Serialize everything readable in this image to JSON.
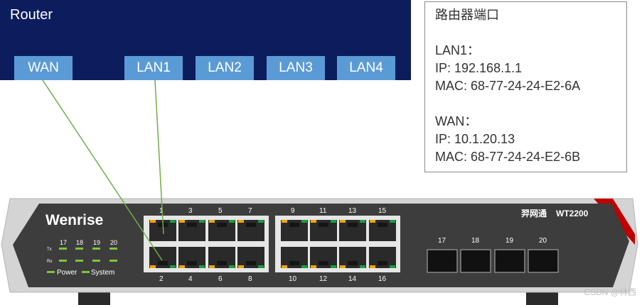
{
  "router": {
    "title": "Router",
    "ports": [
      "WAN",
      "LAN1",
      "LAN2",
      "LAN3",
      "LAN4"
    ]
  },
  "info": {
    "title": "路由器端口",
    "lan_header": "LAN1：",
    "lan_ip": "IP: 192.168.1.1",
    "lan_mac": "MAC: 68-77-24-24-E2-6A",
    "wan_header": "WAN：",
    "wan_ip": "IP: 10.1.20.13",
    "wan_mac": "MAC: 68-77-24-24-E2-6B"
  },
  "switch": {
    "brand": "Wenrise",
    "model_cn": "羿网通",
    "model": "WT2200",
    "led_labels": [
      "17",
      "18",
      "19",
      "20"
    ],
    "tx_label": "Tx",
    "rx_label": "Rx",
    "power_label": "Power",
    "system_label": "System",
    "top_ports": [
      "1",
      "3",
      "5",
      "7",
      "9",
      "11",
      "13",
      "15"
    ],
    "bottom_ports": [
      "2",
      "4",
      "6",
      "8",
      "10",
      "12",
      "14",
      "16"
    ],
    "sfp_ports": [
      "17",
      "18",
      "19",
      "20"
    ]
  },
  "colors": {
    "router_bg": "#0c1d5e",
    "port_bg": "#5b9bd5",
    "cable": "#70ad47",
    "led": "#7ec43b",
    "accent": "#c00000"
  },
  "watermark": "CSDN @林西"
}
